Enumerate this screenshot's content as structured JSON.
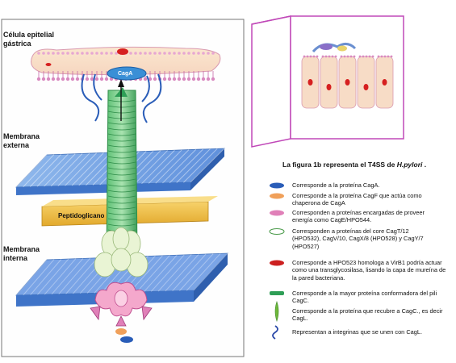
{
  "labels": {
    "cell": [
      "Célula epitelial",
      "gástrica"
    ],
    "outer": [
      "Membrana",
      "externa"
    ],
    "inner": [
      "Membrana",
      "interna"
    ],
    "pepti": "Peptidoglicano",
    "caga": "CagA"
  },
  "legend": {
    "title_prefix": "La figura 1b representa el T4SS de ",
    "title_species": "H.pylori",
    "title_suffix": " .",
    "items": [
      {
        "color": "#2a5db8",
        "lines": [
          "Corresponde a la proteína CagA."
        ]
      },
      {
        "color": "#f0a05a",
        "lines": [
          "Corresponde a la proteína CagF que actúa como",
          "chaperona de CagA"
        ]
      },
      {
        "color": "#e080b8",
        "lines": [
          "Corresponden a proteínas encargadas de proveer",
          "energía  como CagE/HPO544."
        ]
      },
      {
        "color": "#d8ecc0",
        "lines": [
          "Corresponden a proteínas del core CagT/12",
          "(HPO532), CagV/10, CagX/8 (HPO528) y CagY/7",
          "(HPO527)"
        ]
      },
      {
        "color": "#cc2020",
        "lines": [
          "Corresponde a HPO523 homologa a VirB1 podría actuar",
          "como una transglycosilasa, lisando la capa de mureína de",
          "la pared bacteriana."
        ]
      },
      {
        "color": "#2e9e56",
        "lines": [
          "Corresponde a la mayor proteína conformadora del pili",
          "CagC."
        ]
      },
      {
        "color": "#6fb83a",
        "lines": [
          "Corresponde a la proteína que recubre a CagC., es decir",
          "CagL."
        ]
      },
      {
        "color": "#2a48a8",
        "lines": [
          "Representan a integrinas que se unen con CagL."
        ]
      }
    ]
  }
}
